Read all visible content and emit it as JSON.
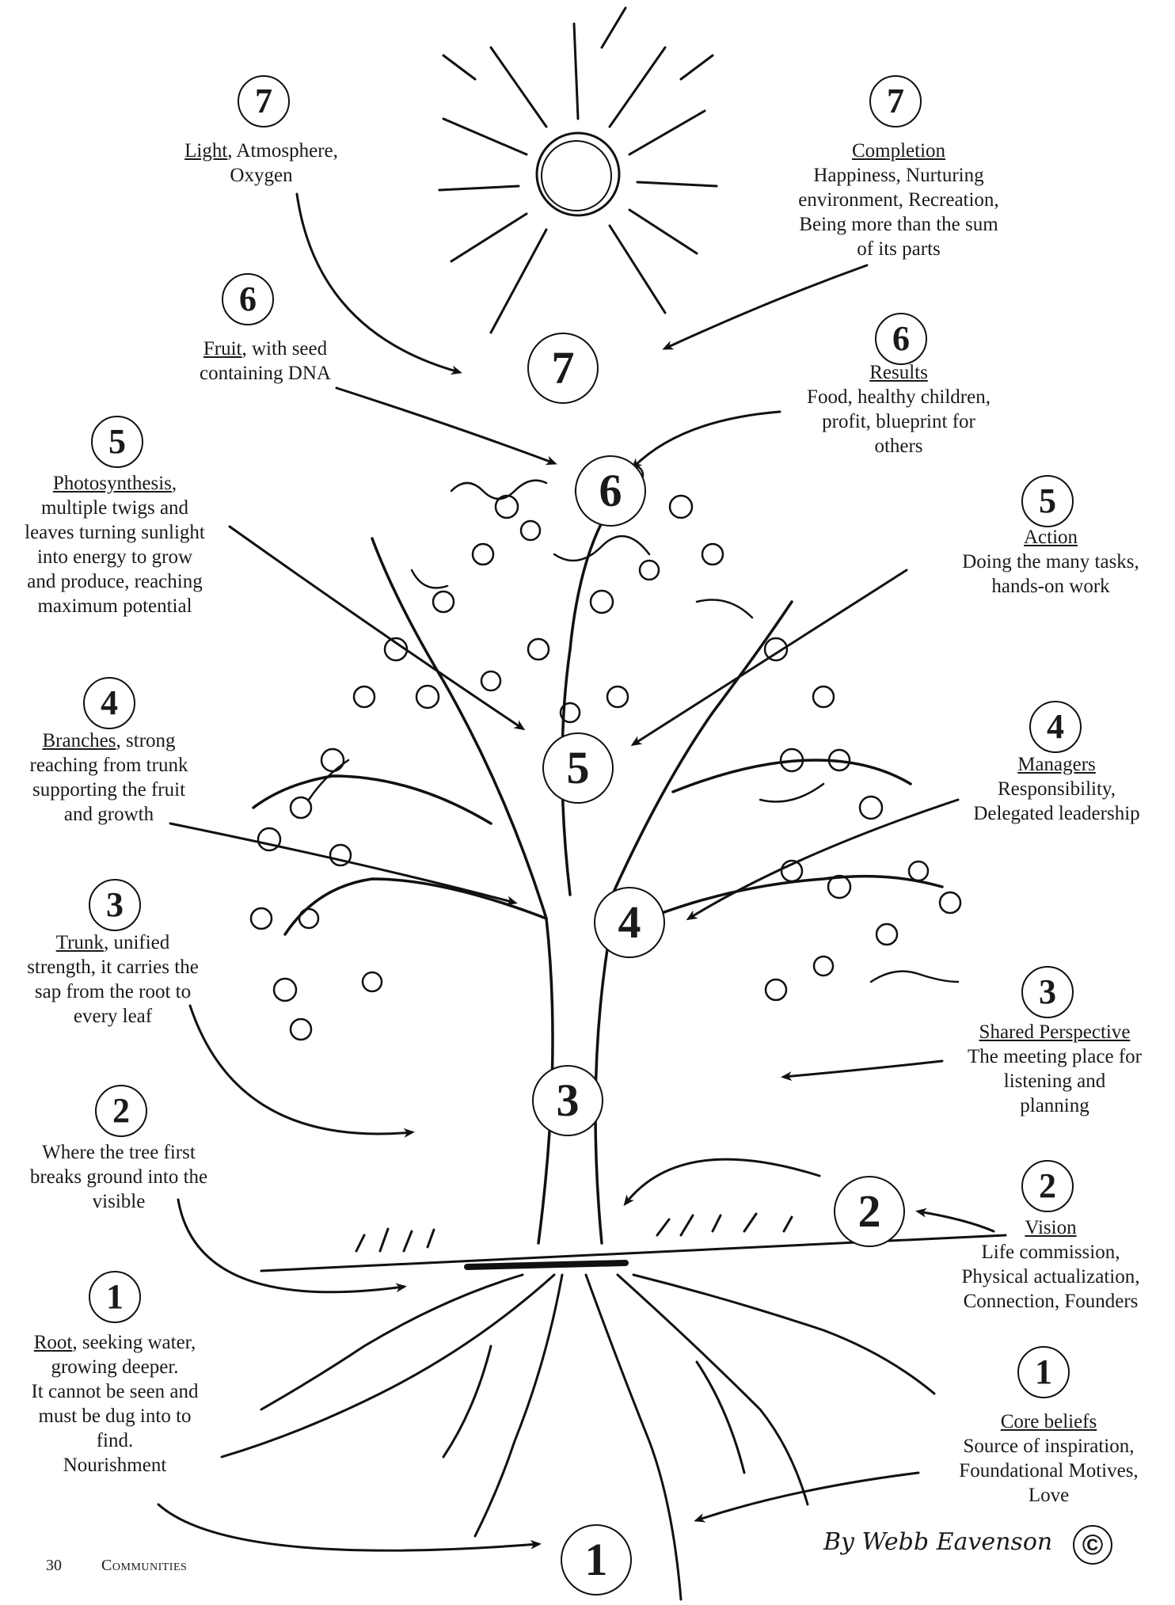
{
  "center_numbers": [
    "7",
    "6",
    "5",
    "4",
    "3",
    "2",
    "1"
  ],
  "left_labels": [
    {
      "num": "7",
      "heading": "Light",
      "lines": [
        ", Atmosphere,",
        "Oxygen"
      ]
    },
    {
      "num": "6",
      "heading": "Fruit",
      "lines": [
        ", with seed",
        "containing DNA"
      ]
    },
    {
      "num": "5",
      "heading": "Photosynthesis",
      "lines": [
        ",",
        "multiple twigs and",
        "leaves turning sunlight",
        "into energy to grow",
        "and produce, reaching",
        "maximum potential"
      ]
    },
    {
      "num": "4",
      "heading": "Branches",
      "lines": [
        ", strong",
        "reaching from trunk",
        "supporting the fruit",
        "and growth"
      ]
    },
    {
      "num": "3",
      "heading": "Trunk",
      "lines": [
        ", unified",
        "strength, it carries the",
        "sap from the root to",
        "every leaf"
      ]
    },
    {
      "num": "2",
      "heading": "",
      "lines": [
        "Where the tree first",
        "breaks ground into the",
        "visible"
      ]
    },
    {
      "num": "1",
      "heading": "Root",
      "lines": [
        ", seeking water,",
        "growing deeper.",
        "It cannot be seen and",
        "must be dug into to",
        "find.",
        "Nourishment"
      ]
    }
  ],
  "right_labels": [
    {
      "num": "7",
      "heading": "Completion",
      "lines": [
        "Happiness, Nurturing",
        "environment, Recreation,",
        "Being more than the sum",
        "of its parts"
      ]
    },
    {
      "num": "6",
      "heading": "Results",
      "lines": [
        "Food, healthy children,",
        "profit, blueprint for",
        "others"
      ]
    },
    {
      "num": "5",
      "heading": "Action",
      "lines": [
        "Doing the many tasks,",
        "hands-on work"
      ]
    },
    {
      "num": "4",
      "heading": "Managers",
      "lines": [
        "Responsibility,",
        "Delegated leadership"
      ]
    },
    {
      "num": "3",
      "heading": "Shared Perspective",
      "lines": [
        "The meeting place for",
        "listening and",
        "planning"
      ]
    },
    {
      "num": "2",
      "heading": "Vision",
      "lines": [
        "Life commission,",
        "Physical actualization,",
        "Connection, Founders"
      ]
    },
    {
      "num": "1",
      "heading": "Core beliefs",
      "lines": [
        "Source of inspiration,",
        "Foundational Motives,",
        "Love"
      ]
    }
  ],
  "footer": {
    "page": "30",
    "magazine": "Communities"
  },
  "signature": "By Webb Eavenson",
  "copyright_symbol": "©"
}
